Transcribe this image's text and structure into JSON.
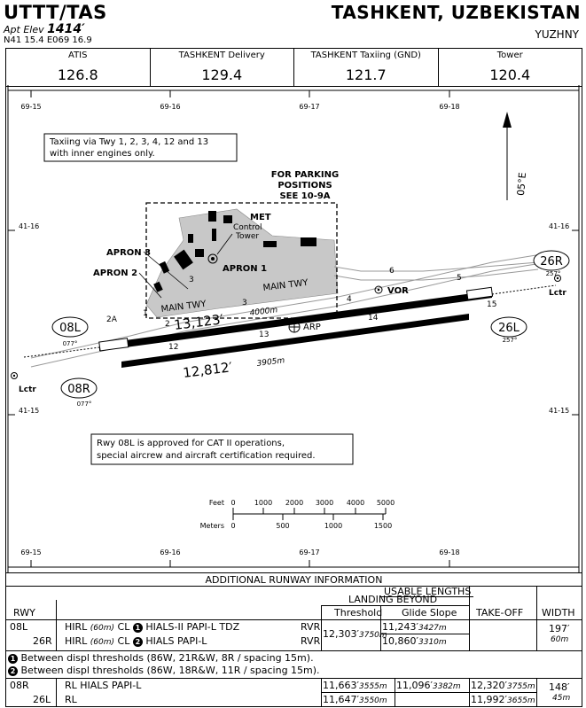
{
  "header": {
    "ident": "UTTT/TAS",
    "elev_label": "Apt Elev",
    "elev_value": "1414′",
    "coords": "N41 15.4   E069 16.9",
    "city": "TASHKENT, UZBEKISTAN",
    "airport": "YUZHNY"
  },
  "comms": [
    {
      "label": "ATIS",
      "freq": "126.8"
    },
    {
      "label": "TASHKENT Delivery",
      "freq": "129.4"
    },
    {
      "label": "TASHKENT Taxiing (GND)",
      "freq": "121.7"
    },
    {
      "label": "Tower",
      "freq": "120.4"
    }
  ],
  "chart": {
    "lon_labels": [
      "69-15",
      "69-16",
      "69-17",
      "69-18"
    ],
    "lat_labels": [
      "41-16",
      "41-15"
    ],
    "notes": {
      "taxi": [
        "Taxiing via Twy 1, 2, 3, 4, 12 and 13",
        "with inner engines only."
      ],
      "cat2": [
        "Rwy 08L is approved for CAT II operations,",
        "special aircrew and aircraft certification required."
      ]
    },
    "parking": [
      "FOR PARKING",
      "POSITIONS",
      "SEE 10-9A"
    ],
    "magvar": "05°E",
    "labels": {
      "met": "MET",
      "control_tower": [
        "Control",
        "Tower"
      ],
      "apron1": "APRON 1",
      "apron2": "APRON 2",
      "apron3": "APRON 3",
      "main_twy": "MAIN TWY",
      "vor": "VOR",
      "arp": "ARP",
      "lctr": "Lctr",
      "twy_2a": "2A"
    },
    "taxiway_numbers": [
      "1",
      "2",
      "3",
      "3",
      "4",
      "5",
      "6",
      "12",
      "13",
      "14",
      "15"
    ],
    "runways": {
      "r08l": {
        "id": "08L",
        "course": "077°"
      },
      "r26r": {
        "id": "26R",
        "course": "257°"
      },
      "r08r": {
        "id": "08R",
        "course": "077°"
      },
      "r26l": {
        "id": "26L",
        "course": "257°"
      },
      "north_len_ft": "13,123′",
      "north_len_m": "4000m",
      "south_len_ft": "12,812′",
      "south_len_m": "3905m"
    },
    "scale": {
      "feet_label": "Feet",
      "meters_label": "Meters",
      "feet_ticks": [
        "0",
        "1000",
        "2000",
        "3000",
        "4000",
        "5000"
      ],
      "meters_ticks": [
        "0",
        "500",
        "1000",
        "1500"
      ]
    }
  },
  "table": {
    "title": "ADDITIONAL RUNWAY INFORMATION",
    "usable": "USABLE LENGTHS",
    "landing_beyond": "LANDING BEYOND",
    "h_rwy": "RWY",
    "h_threshold": "Threshold",
    "h_glide": "Glide Slope",
    "h_takeoff": "TAKE-OFF",
    "h_width": "WIDTH",
    "rows": [
      {
        "rwy": "08L",
        "lights": "HIRL",
        "hirl_m": "(60m)",
        "cl": "CL",
        "note": "1",
        "rest": "HIALS-II  PAPI-L  TDZ",
        "rvr": "RVR"
      },
      {
        "rwy": "26R",
        "lights": "HIRL",
        "hirl_m": "(60m)",
        "cl": "CL",
        "note": "2",
        "rest": "HIALS  PAPI-L",
        "rvr": "RVR"
      }
    ],
    "thr_08l26r_ft": "12,303′",
    "thr_08l26r_m": "3750m",
    "gs_08l_ft": "11,243′",
    "gs_08l_m": "3427m",
    "gs_26r_ft": "10,860′",
    "gs_26r_m": "3310m",
    "width_08l_ft": "197′",
    "width_08l_m": "60m",
    "notes": [
      {
        "num": "1",
        "text": "Between displ thresholds (86W, 21R&W, 8R / spacing 15m)."
      },
      {
        "num": "2",
        "text": "Between displ thresholds (86W, 18R&W, 11R / spacing 15m)."
      }
    ],
    "rows2": [
      {
        "rwy": "08R",
        "lights": "RL   HIALS  PAPI-L",
        "thr_ft": "11,663′",
        "thr_m": "3555m",
        "gs_ft": "11,096′",
        "gs_m": "3382m",
        "to_ft": "12,320′",
        "to_m": "3755m"
      },
      {
        "rwy": "26L",
        "lights": "RL",
        "thr_ft": "11,647′",
        "thr_m": "3550m",
        "gs_ft": "",
        "gs_m": "",
        "to_ft": "11,992′",
        "to_m": "3655m"
      }
    ],
    "width_08r_ft": "148′",
    "width_08r_m": "45m"
  }
}
